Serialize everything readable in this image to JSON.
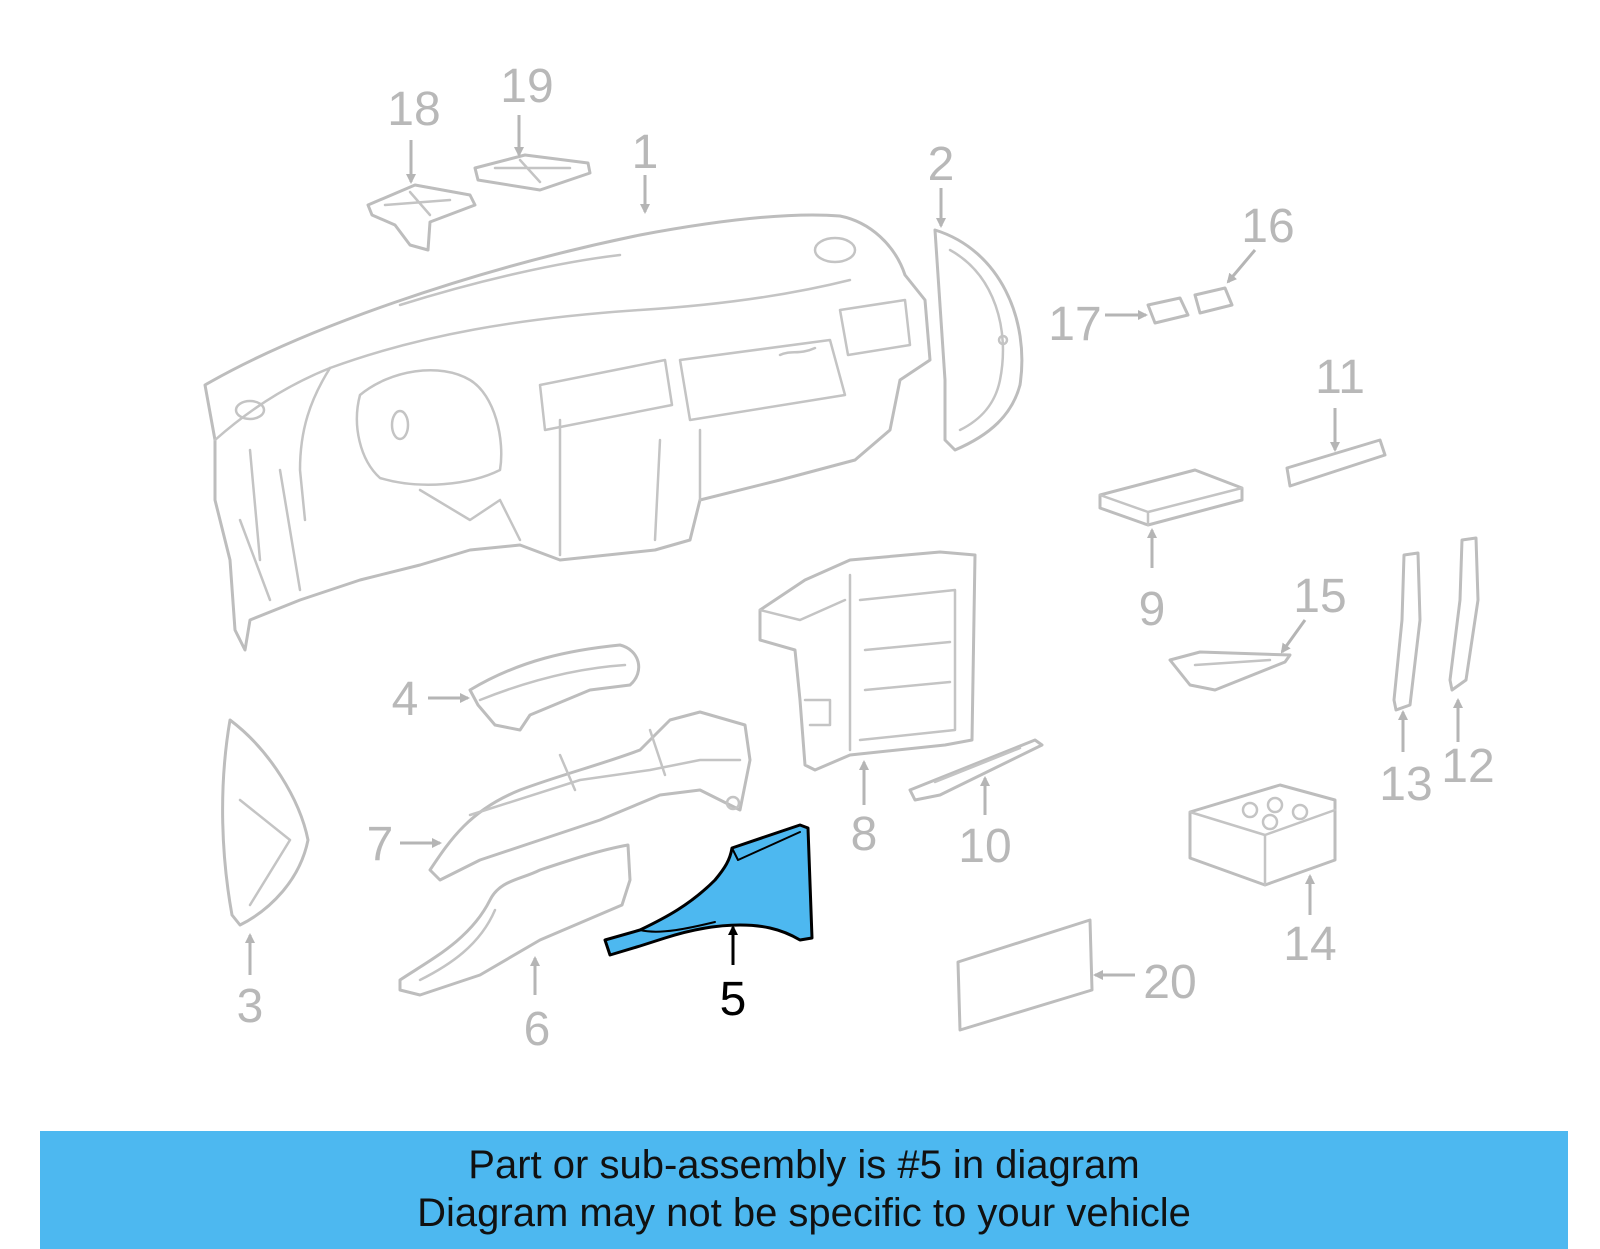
{
  "colors": {
    "highlight": "#4db8f0",
    "banner": "#4db8f0",
    "part_outline": "#bdbdbd",
    "callout_text": "#b8b8b8",
    "highlight_text": "#000000"
  },
  "callouts": {
    "c1": "1",
    "c2": "2",
    "c3": "3",
    "c4": "4",
    "c5": "5",
    "c6": "6",
    "c7": "7",
    "c8": "8",
    "c9": "9",
    "c10": "10",
    "c11": "11",
    "c12": "12",
    "c13": "13",
    "c14": "14",
    "c15": "15",
    "c16": "16",
    "c17": "17",
    "c18": "18",
    "c19": "19",
    "c20": "20"
  },
  "highlighted_part": "5",
  "banner": {
    "line1": "Part or sub-assembly is #5 in diagram",
    "line2": "Diagram may not be specific to your vehicle"
  }
}
